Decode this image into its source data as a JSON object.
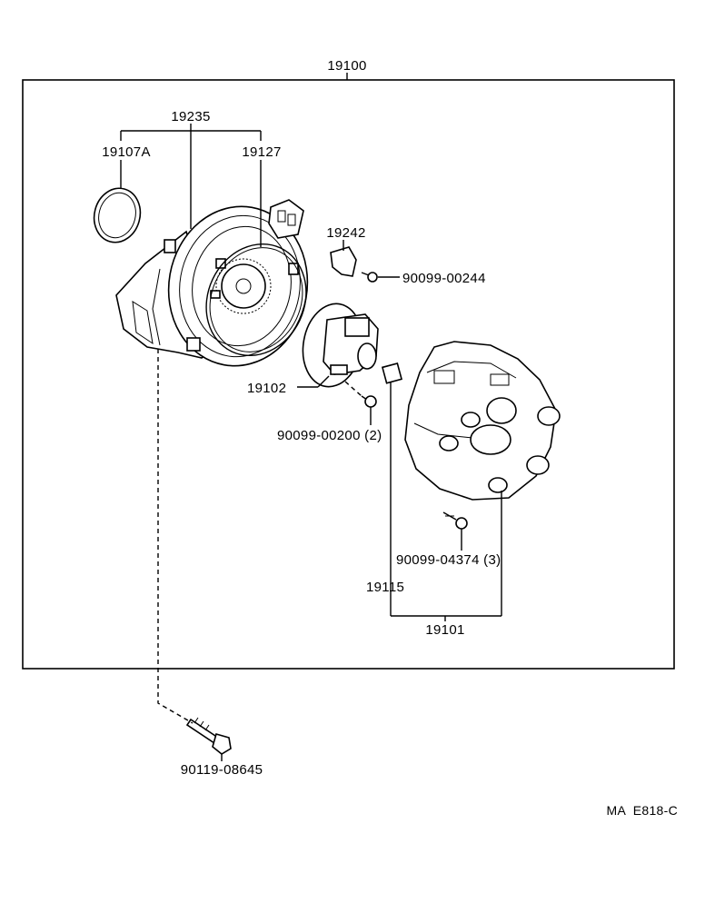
{
  "diagram": {
    "assembly_number": "19100",
    "figure_code": "MA  E818-C",
    "callouts": {
      "housing_group": "19235",
      "o_ring": "19107A",
      "gasket_ring": "19127",
      "sensor_clip": "19242",
      "sensor_screw": "90099-00244",
      "rotor": "19102",
      "rotor_screw": "90099-00200 (2)",
      "cap_screw": "90099-04374 (3)",
      "carbon_terminal": "19115",
      "cap_group": "19101",
      "hold_bolt": "90119-08645"
    }
  }
}
